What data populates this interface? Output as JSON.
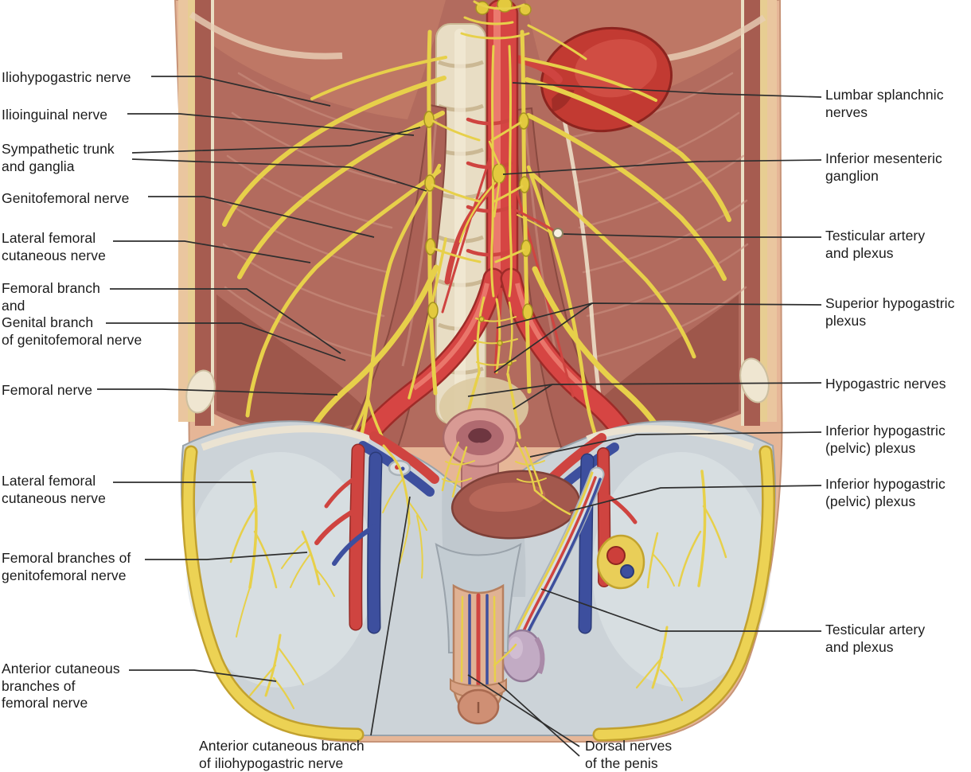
{
  "figure": {
    "type": "anatomical-diagram",
    "subject": "Nerves of the posterior abdominal wall and pelvis",
    "left_labels": [
      {
        "id": "iliohypogastric-nerve",
        "text": "Iliohypogastric nerve"
      },
      {
        "id": "ilioinguinal-nerve",
        "text": "Ilioinguinal nerve"
      },
      {
        "id": "sympathetic-trunk-and-ganglia",
        "text": "Sympathetic trunk\nand ganglia"
      },
      {
        "id": "genitofemoral-nerve",
        "text": "Genitofemoral nerve"
      },
      {
        "id": "lateral-femoral-cutaneous-nerve-upper",
        "text": "Lateral femoral\ncutaneous nerve"
      },
      {
        "id": "femoral-and-genital-branch",
        "text": "Femoral branch\nand\nGenital branch\nof genitofemoral nerve"
      },
      {
        "id": "femoral-nerve",
        "text": "Femoral nerve"
      },
      {
        "id": "lateral-femoral-cutaneous-nerve-lower",
        "text": "Lateral femoral\ncutaneous nerve"
      },
      {
        "id": "femoral-branches-of-genitofemoral-nerve",
        "text": "Femoral branches of\ngenitofemoral nerve"
      },
      {
        "id": "anterior-cutaneous-branches-of-femoral-nerve",
        "text": "Anterior cutaneous\nbranches of\nfemoral nerve"
      }
    ],
    "right_labels": [
      {
        "id": "lumbar-splanchnic-nerves",
        "text": "Lumbar splanchnic\nnerves"
      },
      {
        "id": "inferior-mesenteric-ganglion",
        "text": "Inferior mesenteric\nganglion"
      },
      {
        "id": "testicular-artery-and-plexus-upper",
        "text": "Testicular artery\nand plexus"
      },
      {
        "id": "superior-hypogastric-plexus",
        "text": "Superior hypogastric\nplexus"
      },
      {
        "id": "hypogastric-nerves",
        "text": "Hypogastric nerves"
      },
      {
        "id": "inferior-hypogastric-pelvic-plexus-1",
        "text": "Inferior hypogastric\n(pelvic) plexus"
      },
      {
        "id": "inferior-hypogastric-pelvic-plexus-2",
        "text": "Inferior hypogastric\n(pelvic) plexus"
      },
      {
        "id": "testicular-artery-and-plexus-lower",
        "text": "Testicular artery\nand plexus"
      }
    ],
    "bottom_labels": [
      {
        "id": "anterior-cutaneous-branch-of-iliohypogastric-nerve",
        "text": "Anterior cutaneous branch\nof iliohypogastric nerve"
      },
      {
        "id": "dorsal-nerves-of-the-penis",
        "text": "Dorsal nerves\nof the penis"
      }
    ],
    "colors": {
      "nerve_yellow": "#e7d04a",
      "artery_red": "#cf4440",
      "vein_blue": "#3d4f9e",
      "muscle_red": "#b26b5e",
      "bone_cream": "#e8ddc4",
      "fascia_gray": "#ccd3d8",
      "fat_yellow": "#ecd254",
      "skin_tone": "#e6b697",
      "label_text": "#1b1b1b"
    }
  }
}
